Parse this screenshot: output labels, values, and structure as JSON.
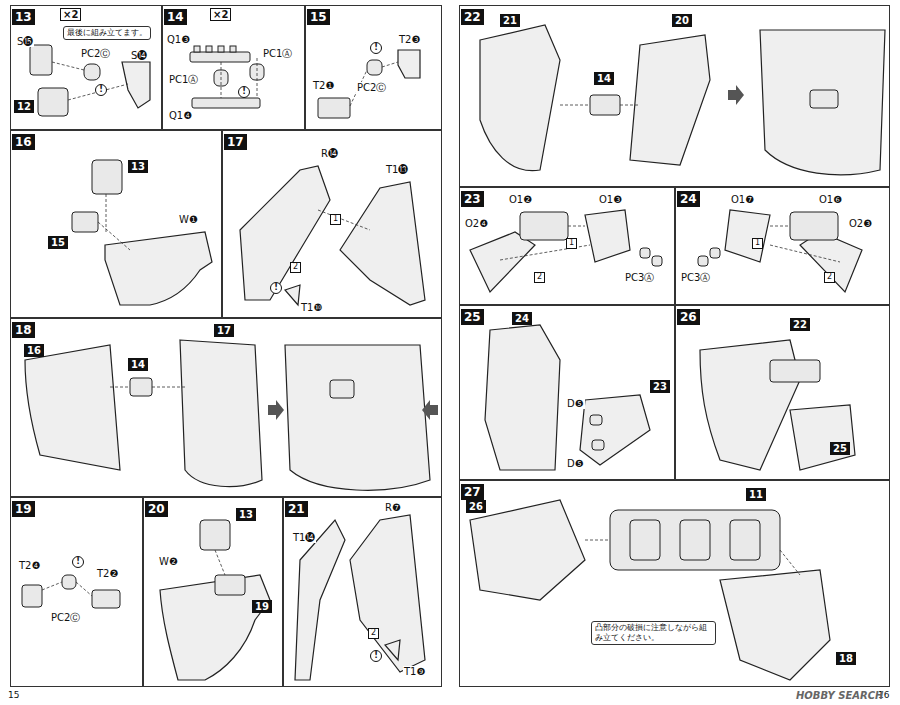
{
  "diagram": {
    "nodes": [
      {
        "text": [
          "13"
        ]
      },
      {
        "text": [
          "最後に組み立てます。"
        ],
        "in": 0
      },
      {
        "text": [
          "14"
        ]
      },
      {
        "text": [
          "15"
        ]
      },
      {
        "text": [
          "16"
        ]
      },
      {
        "text": [
          "17"
        ]
      },
      {
        "text": [
          "18"
        ]
      },
      {
        "text": [
          "19"
        ]
      },
      {
        "text": [
          "20"
        ]
      },
      {
        "text": [
          "21"
        ]
      },
      {
        "text": [
          "22"
        ]
      },
      {
        "text": [
          "23"
        ]
      },
      {
        "text": [
          "24"
        ]
      },
      {
        "text": [
          "25"
        ]
      },
      {
        "text": [
          "26"
        ]
      },
      {
        "text": [
          "27"
        ]
      },
      {
        "text": [
          "凸部分の破損に注意しながら組み立てください。"
        ],
        "in": 15
      }
    ],
    "labels": [
      "×2",
      "S⓯",
      "PC2Ⓒ",
      "!",
      "S⓮",
      "12",
      "×2",
      "Q1❸",
      "PC1Ⓐ",
      "PC1Ⓐ",
      "!",
      "Q1❹",
      "T2❸",
      "!",
      "T2❶",
      "PC2Ⓒ",
      "13",
      "15",
      "W❶",
      "R⓮",
      "T1⓭",
      "1",
      "2",
      "!",
      "T1❿",
      "16",
      "14",
      "17",
      "T2❹",
      "!",
      "T2❷",
      "PC2Ⓒ",
      "13",
      "W❷",
      "19",
      "T1⓮",
      "R❼",
      "2",
      "!",
      "T1❾",
      "21",
      "14",
      "20",
      "O1❷",
      "O1❸",
      "O2❹",
      "1",
      "2",
      "PC3Ⓐ",
      "O1❼",
      "O1❻",
      "PC3Ⓐ",
      "O2❸",
      "1",
      "2",
      "24",
      "D❺",
      "D❺",
      "23",
      "22",
      "25",
      "26",
      "11",
      "18",
      "15",
      "16",
      "HOBBY SEARCH"
    ]
  }
}
